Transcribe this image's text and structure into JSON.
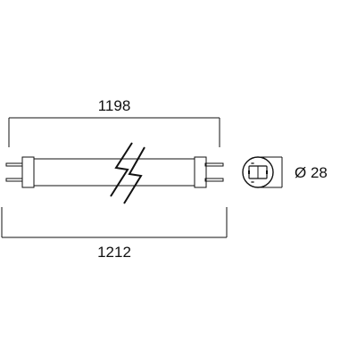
{
  "dimensions": {
    "inner_length": "1198",
    "overall_length": "1212",
    "diameter": "Ø 28"
  },
  "colors": {
    "stroke": "#111111",
    "tube_fill": "#ffffff",
    "background": "#ffffff"
  },
  "icons": {
    "break_mark": "lightning-break-icon",
    "pin_symbol": "bi-pin-icon"
  }
}
